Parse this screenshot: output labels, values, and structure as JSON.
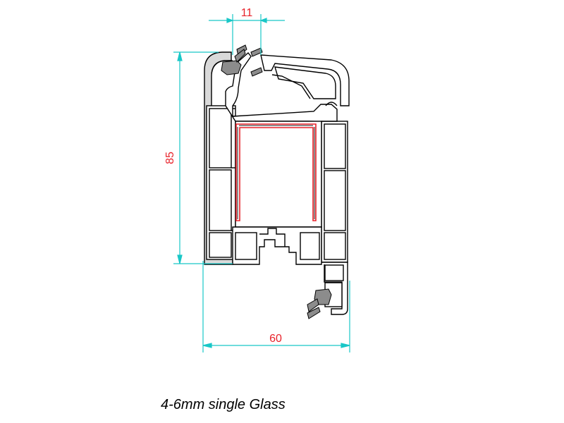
{
  "dimensions": {
    "top_width": "11",
    "height": "85",
    "bottom_width": "60"
  },
  "caption": "4-6mm single Glass",
  "colors": {
    "dimension_line": "#19c7c7",
    "dimension_text": "#e8222a",
    "profile_outline": "#000000",
    "profile_fill": "#8c8c8c",
    "reinforcement": "#e8222a",
    "gasket": "#8c8c8c"
  }
}
